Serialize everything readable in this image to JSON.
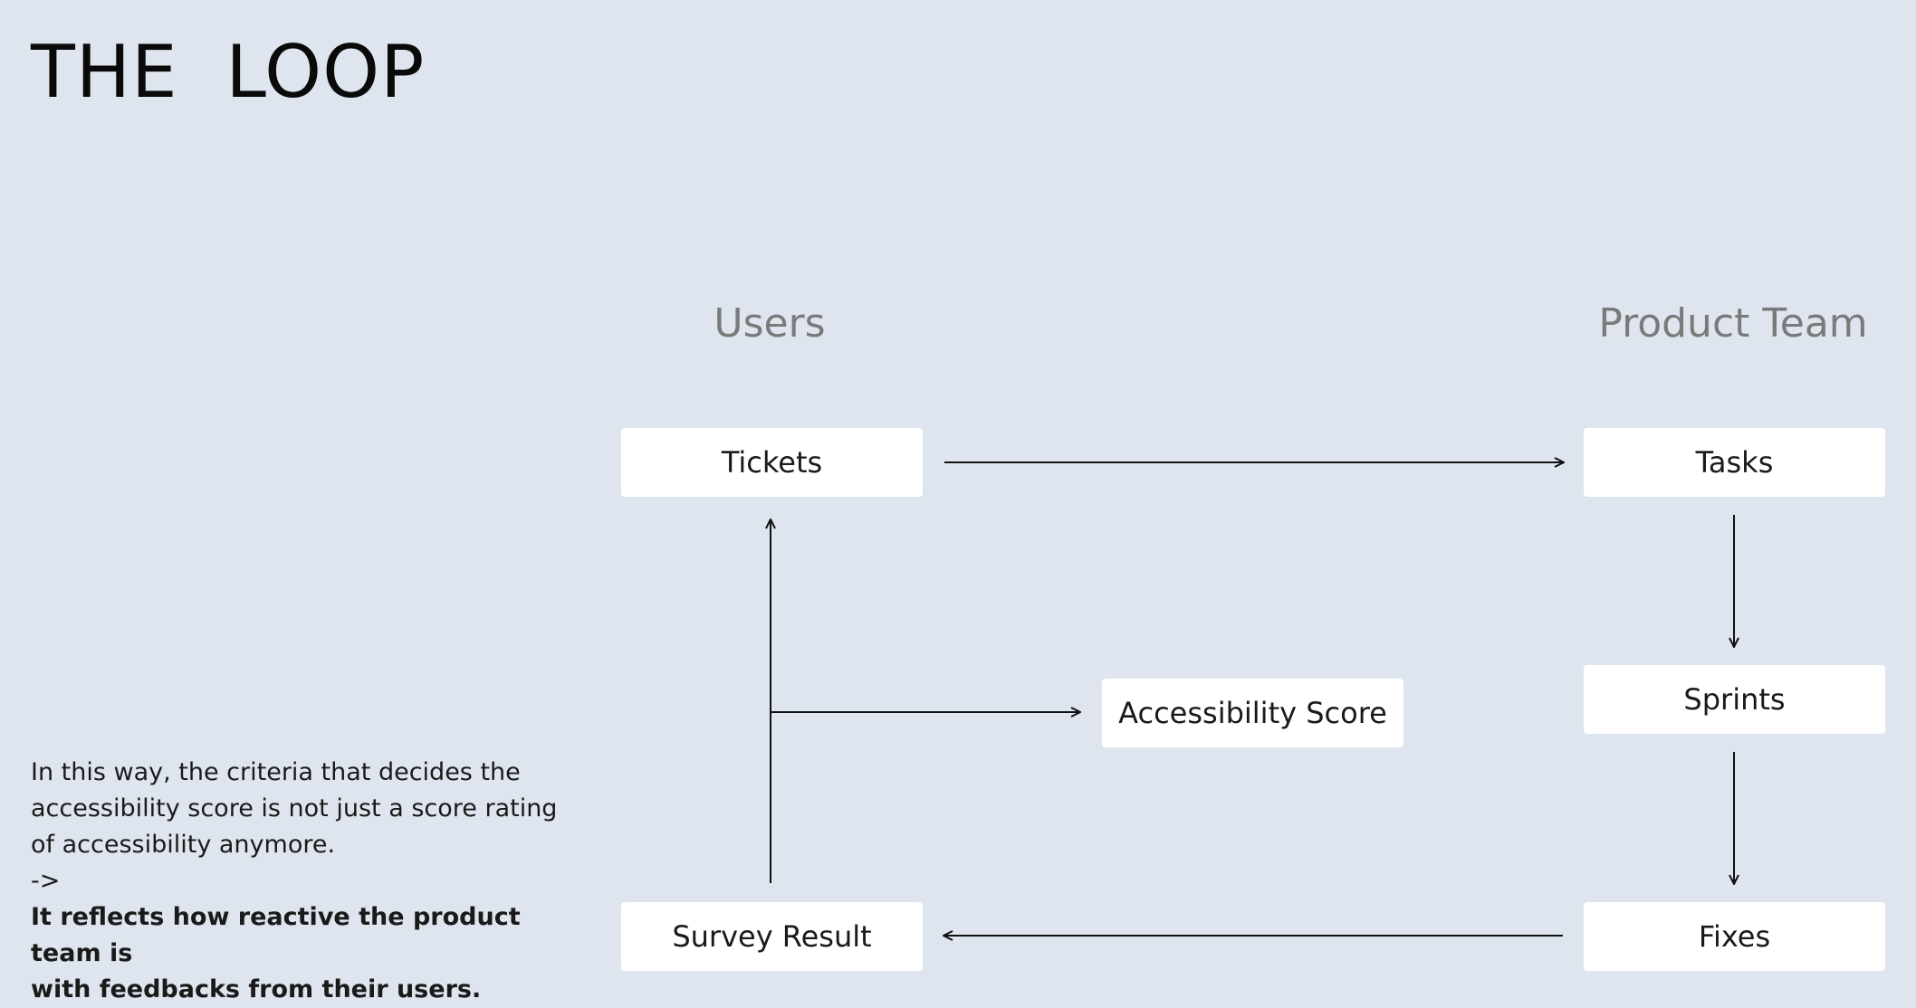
{
  "title": "THE  LOOP",
  "columns": {
    "users": "Users",
    "product_team": "Product Team"
  },
  "nodes": {
    "tickets": "Tickets",
    "tasks": "Tasks",
    "sprints": "Sprints",
    "fixes": "Fixes",
    "survey_result": "Survey Result",
    "accessibility_score": "Accessibility Score"
  },
  "note": {
    "line1": "In this way, the criteria that decides the",
    "line2": "accessibility score is not just a score rating",
    "line3": "of accessibility anymore.",
    "arrow": "->",
    "bold_line1": "It reflects how reactive the product team is",
    "bold_line2": "with feedbacks from their users."
  },
  "colors": {
    "background": "#dfe5ef",
    "node_fill": "#ffffff",
    "heading": "#7a7a7a",
    "connector": "#111111"
  }
}
